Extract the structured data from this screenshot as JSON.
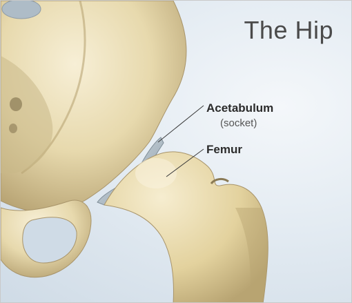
{
  "title": "The Hip",
  "labels": {
    "acetabulum": "Acetabulum",
    "acetabulum_sub": "(socket)",
    "femur": "Femur"
  },
  "colors": {
    "bone_light": "#f1e7c8",
    "bone_mid": "#ddcb97",
    "bone_shadow": "#a8946a",
    "cartilage": "#a9b8c4",
    "leader_line": "#3a3a3a",
    "background": "#dfe8f0"
  }
}
